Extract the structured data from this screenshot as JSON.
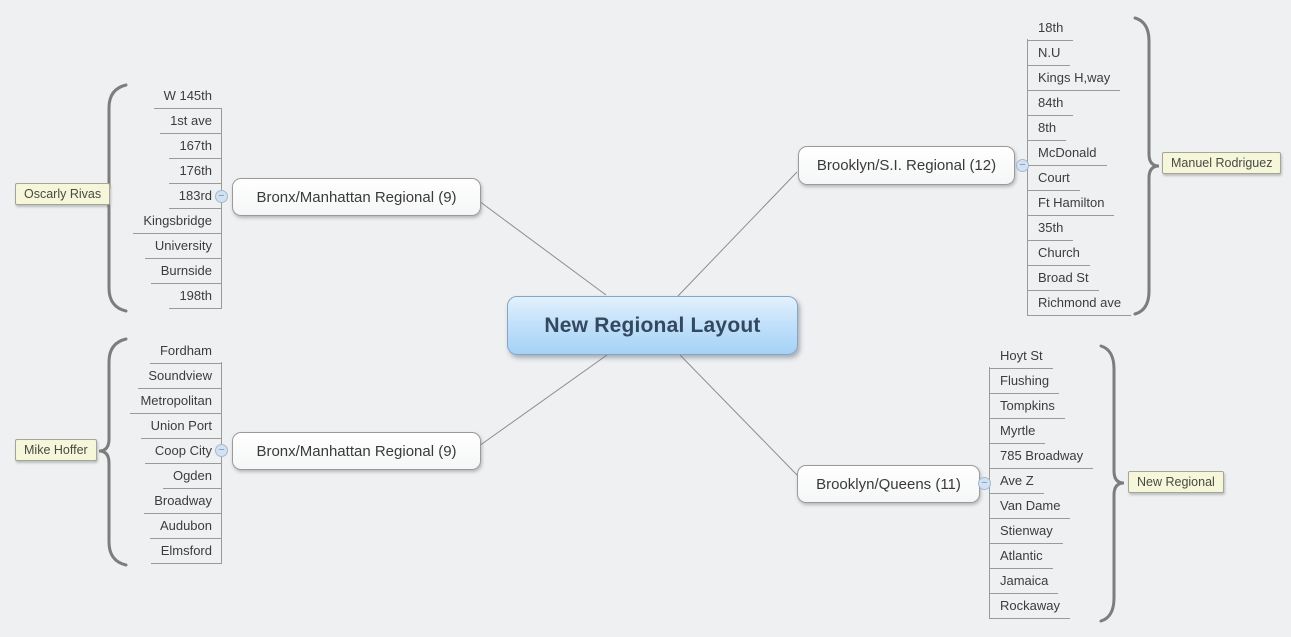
{
  "central_topic": {
    "label": "New Regional Layout"
  },
  "branches": [
    {
      "label": "Bronx/Manhattan Regional (9)",
      "brace_label": "Oscarly Rivas",
      "children": [
        "W 145th",
        "1st ave",
        "167th",
        "176th",
        "183rd",
        "Kingsbridge",
        "University",
        "Burnside",
        "198th"
      ]
    },
    {
      "label": "Bronx/Manhattan Regional (9)",
      "brace_label": "Mike Hoffer",
      "children": [
        "Fordham",
        "Soundview",
        "Metropolitan",
        "Union Port",
        "Coop City",
        "Ogden",
        "Broadway",
        "Audubon",
        "Elmsford"
      ]
    },
    {
      "label": "Brooklyn/S.I. Regional (12)",
      "brace_label": "Manuel Rodriguez",
      "children": [
        "18th",
        "N.U",
        "Kings H,way",
        "84th",
        "8th",
        "McDonald",
        "Court",
        "Ft Hamilton",
        "35th",
        "Church",
        "Broad St",
        "Richmond ave"
      ]
    },
    {
      "label": "Brooklyn/Queens (11)",
      "brace_label": "New Regional",
      "children": [
        "Hoyt St",
        "Flushing",
        "Tompkins",
        "Myrtle",
        "785 Broadway",
        "Ave Z",
        "Van Dame",
        "Stienway",
        "Atlantic",
        "Jamaica",
        "Rockaway"
      ]
    }
  ],
  "icons": {
    "collapse_minus": "−"
  },
  "colors": {
    "background": "#eef0f2",
    "central_fill_top": "#e3f1fd",
    "central_fill_bottom": "#a5d2f6",
    "central_text": "#32495f",
    "node_border": "#9a9a9a",
    "connector_line": "#8e8e8e",
    "brace": "#7d7d7d",
    "callout_fill": "#f6f6da"
  }
}
